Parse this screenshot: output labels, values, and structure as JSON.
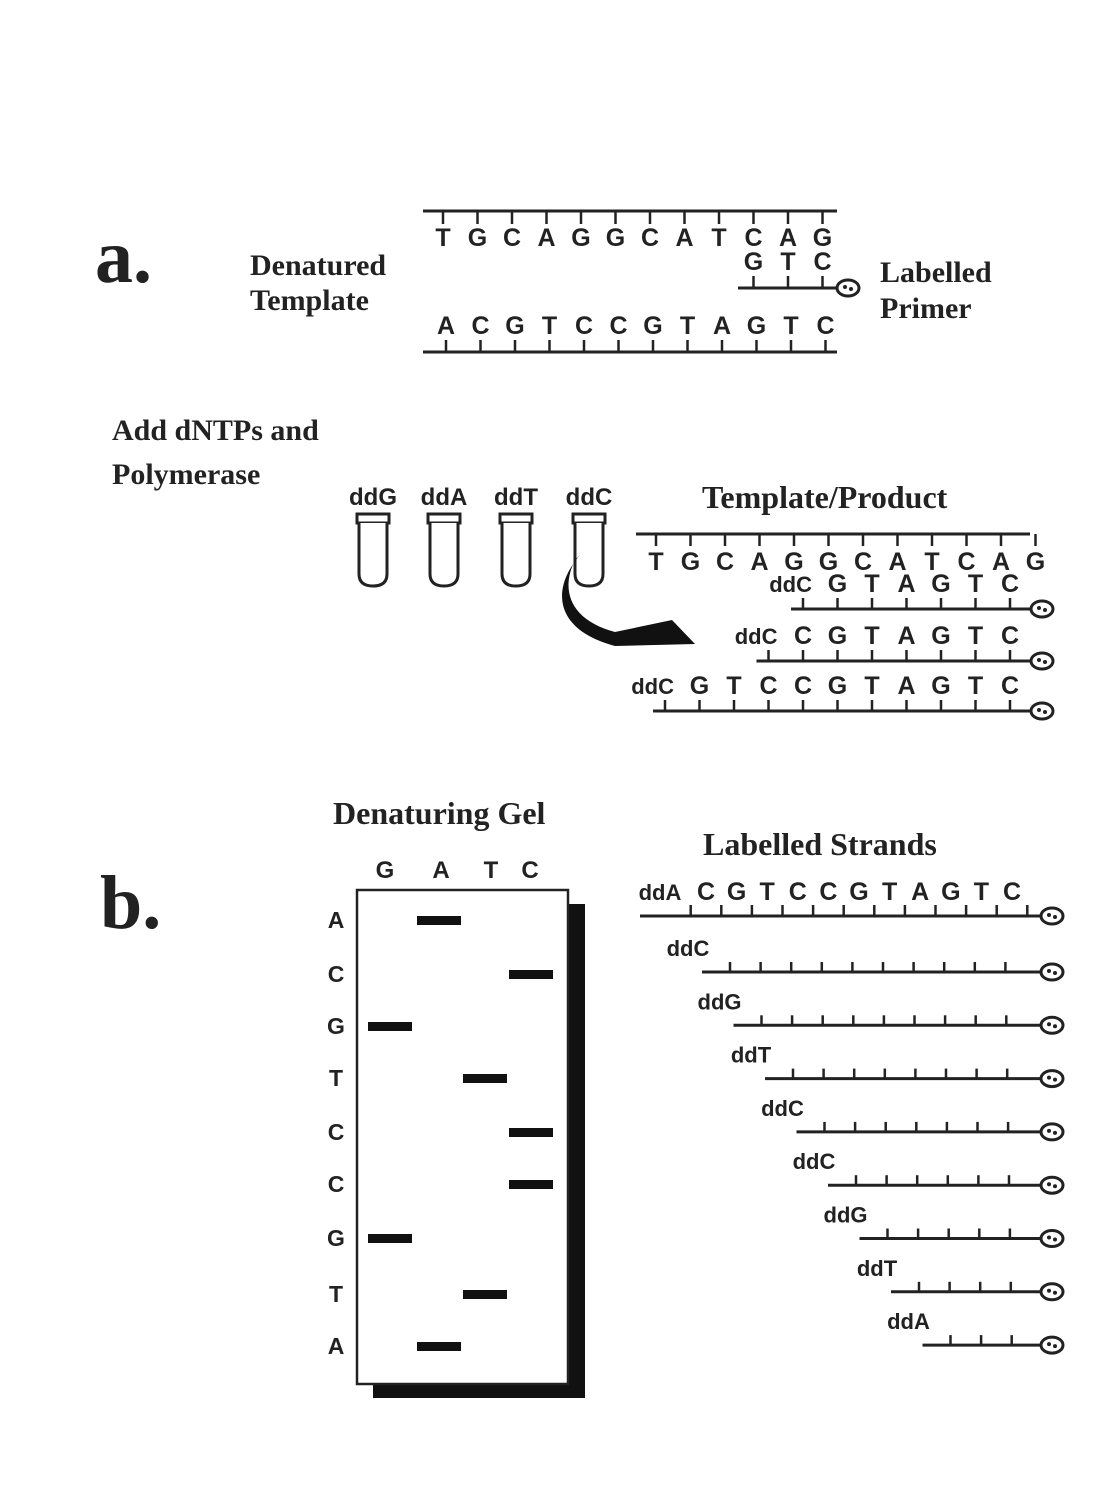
{
  "panel_a": {
    "label": "a.",
    "denatured_line1": "Denatured",
    "denatured_line2": "Template",
    "top_strand": [
      "T",
      "G",
      "C",
      "A",
      "G",
      "G",
      "C",
      "A",
      "T",
      "C",
      "A",
      "G"
    ],
    "primer": [
      "G",
      "T",
      "C"
    ],
    "bottom_strand": [
      "A",
      "C",
      "G",
      "T",
      "C",
      "C",
      "G",
      "T",
      "A",
      "G",
      "T",
      "C"
    ],
    "labelled_line1": "Labelled",
    "labelled_line2": "Primer",
    "add_line1": "Add dNTPs and",
    "add_line2": "Polymerase",
    "tubes": [
      "ddG",
      "ddA",
      "ddT",
      "ddC"
    ],
    "template_product_title": "Template/Product",
    "template_product_strand": [
      "T",
      "G",
      "C",
      "A",
      "G",
      "G",
      "C",
      "A",
      "T",
      "C",
      "A",
      "G"
    ],
    "products": [
      {
        "terminator": "ddC",
        "bases": [
          "G",
          "T",
          "A",
          "G",
          "T",
          "C"
        ]
      },
      {
        "terminator": "ddC",
        "bases": [
          "C",
          "G",
          "T",
          "A",
          "G",
          "T",
          "C"
        ]
      },
      {
        "terminator": "ddC",
        "bases": [
          "G",
          "T",
          "C",
          "C",
          "G",
          "T",
          "A",
          "G",
          "T",
          "C"
        ]
      }
    ]
  },
  "panel_b": {
    "label": "b.",
    "gel_title": "Denaturing Gel",
    "lanes": [
      "G",
      "A",
      "T",
      "C"
    ],
    "row_labels": [
      "A",
      "C",
      "G",
      "T",
      "C",
      "C",
      "G",
      "T",
      "A"
    ],
    "strands_title": "Labelled Strands",
    "first_strand_terminator": "ddA",
    "first_strand_bases": [
      "C",
      "G",
      "T",
      "C",
      "C",
      "G",
      "T",
      "A",
      "G",
      "T",
      "C"
    ],
    "strand_terminators": [
      "ddC",
      "ddG",
      "ddT",
      "ddC",
      "ddC",
      "ddG",
      "ddT",
      "ddA"
    ]
  }
}
